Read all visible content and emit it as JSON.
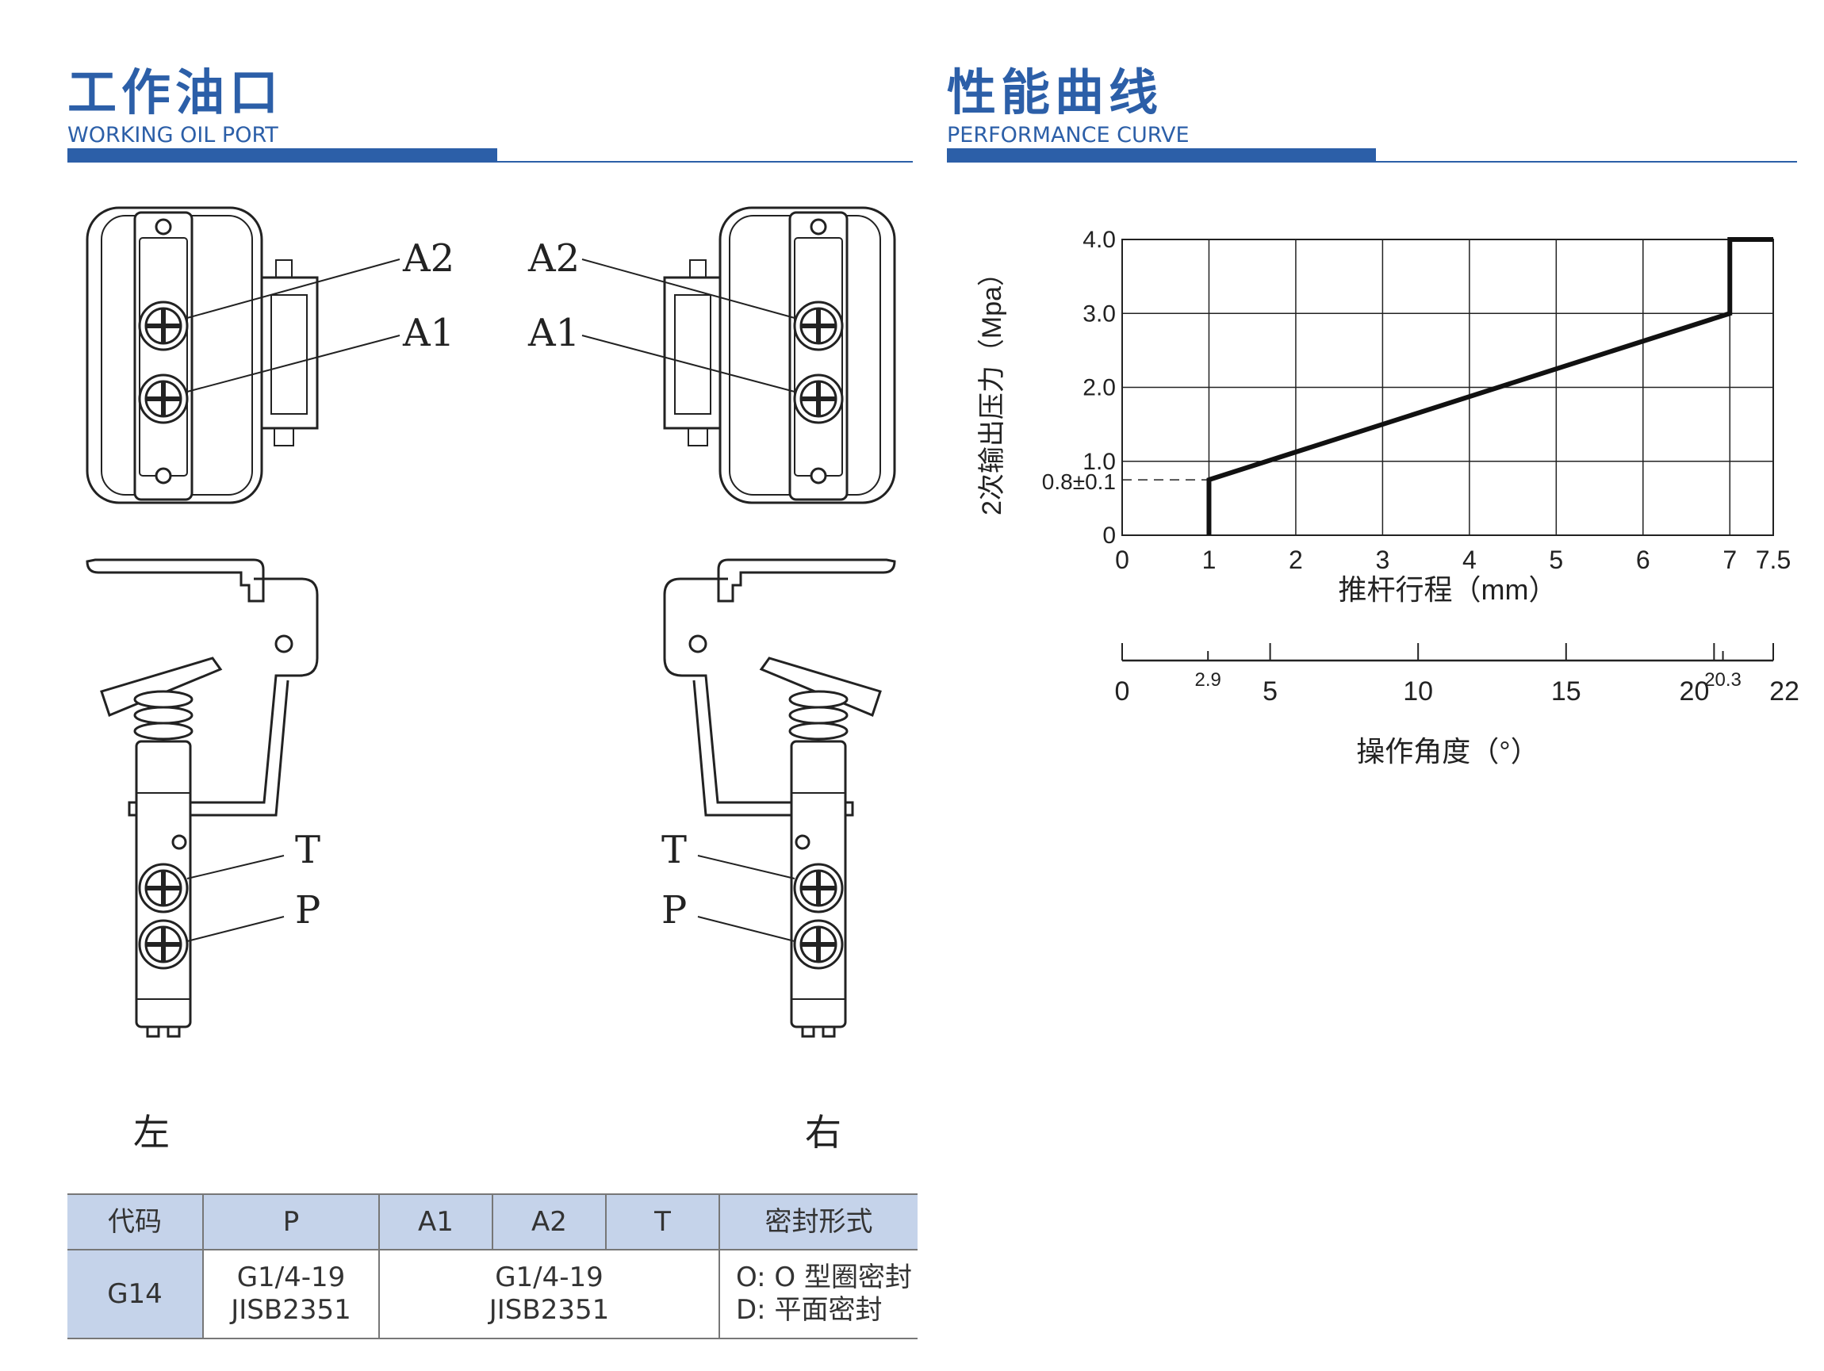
{
  "left_section": {
    "title": "工作油口",
    "subtitle": "WORKING OIL PORT"
  },
  "right_section": {
    "title": "性能曲线",
    "subtitle": "PERFORMANCE CURVE"
  },
  "drawing_labels": {
    "a2": "A2",
    "a1": "A1",
    "t": "T",
    "p": "P",
    "left": "左",
    "right": "右"
  },
  "table": {
    "headers": [
      "代码",
      "P",
      "A1",
      "A2",
      "T",
      "密封形式"
    ],
    "row": {
      "code": "G14",
      "p_line1": "G1/4-19",
      "p_line2": "JISB2351",
      "a_line1": "G1/4-19",
      "a_line2": "JISB2351",
      "seal_line1": "O: O 型圈密封",
      "seal_line2": "D: 平面密封"
    }
  },
  "chart_data": {
    "type": "line",
    "title": "",
    "xlabel": "推杆行程（mm）",
    "ylabel": "2次输出压力（Mpa）",
    "xlim": [
      0,
      7.5
    ],
    "ylim": [
      0,
      4.0
    ],
    "x_ticks": [
      "0",
      "1",
      "2",
      "3",
      "4",
      "5",
      "6",
      "7",
      "7.5"
    ],
    "x_tick_values": [
      0,
      1,
      2,
      3,
      4,
      5,
      6,
      7,
      7.5
    ],
    "y_ticks": [
      "0",
      "1.0",
      "2.0",
      "3.0",
      "4.0"
    ],
    "y_tick_values": [
      0,
      1,
      2,
      3,
      4
    ],
    "annotation": {
      "label": "0.8±0.1",
      "y": 0.75
    },
    "grid": true,
    "series": [
      {
        "name": "output pressure",
        "x": [
          1,
          1,
          7,
          7,
          7.5
        ],
        "y": [
          0,
          0.75,
          3,
          4,
          4
        ]
      }
    ],
    "secondary_axis": {
      "label": "操作角度（°）",
      "range": [
        0,
        22
      ],
      "ticks": [
        "0",
        "2.9",
        "5",
        "10",
        "15",
        "20",
        "20.3",
        "22"
      ],
      "tick_values": [
        0,
        2.9,
        5,
        10,
        15,
        20,
        20.3,
        22
      ]
    }
  }
}
